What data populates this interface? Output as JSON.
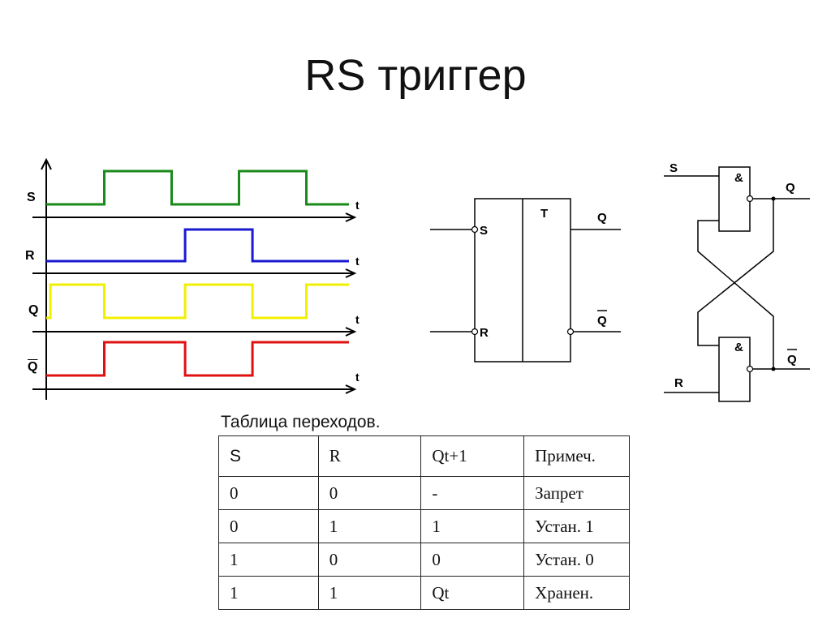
{
  "title": "RS триггер",
  "timing": {
    "signals": [
      {
        "label": "S",
        "overline": false,
        "color": "#1a8a1a",
        "high_intervals": [
          [
            1,
            3
          ],
          [
            5,
            7
          ]
        ]
      },
      {
        "label": "R",
        "overline": false,
        "color": "#1a1ad0",
        "high_intervals": [
          [
            3.4,
            5.4
          ]
        ]
      },
      {
        "label": "Q",
        "overline": false,
        "color": "#f0f000",
        "high_intervals": [
          [
            -0.6,
            1
          ],
          [
            3.4,
            5.4
          ],
          [
            7,
            9.2
          ]
        ]
      },
      {
        "label": "Q",
        "overline": true,
        "color": "#e01010",
        "high_intervals": [
          [
            1,
            3.4
          ],
          [
            5.4,
            9.2
          ]
        ]
      }
    ],
    "time_label": "t"
  },
  "block": {
    "name": "T",
    "input_s": "S",
    "input_r": "R",
    "output_q": "Q",
    "output_qbar": "Q"
  },
  "gates": {
    "symbol": "&",
    "input_s": "S",
    "input_r": "R",
    "output_q": "Q",
    "output_qbar": "Q"
  },
  "table": {
    "caption": "Таблица переходов.",
    "headers": [
      "S",
      "R",
      "Qt+1",
      "Примеч."
    ],
    "rows": [
      [
        "0",
        "0",
        "-",
        "Запрет"
      ],
      [
        "0",
        "1",
        "1",
        "Устан. 1"
      ],
      [
        "1",
        "0",
        "0",
        "Устан. 0"
      ],
      [
        "1",
        "1",
        "Qt",
        "Хранен."
      ]
    ]
  }
}
